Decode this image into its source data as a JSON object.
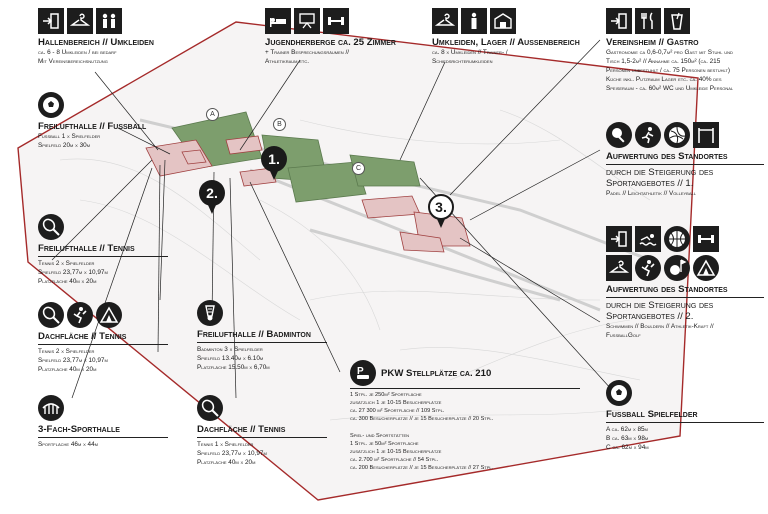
{
  "colors": {
    "outline": "#a52a2a",
    "ink": "#1d1d1d",
    "field": "#7d9e6d",
    "building": "#c98c8c"
  },
  "markers": {
    "m1": "1.",
    "m2": "2.",
    "m3": "3.",
    "a": "A",
    "b": "B",
    "c": "C"
  },
  "hallenbereich": {
    "title": "Hallenbereich // Umkleiden",
    "lines": [
      "ca. 6 - 8 Umkleiden / bei bedarf",
      "Mit Vereinsbereichsnutzung"
    ],
    "icons": [
      "door-exit-icon",
      "hanger-icon",
      "people-icon"
    ]
  },
  "jugendherberge": {
    "title": "Jugendherberge ca. 25 Zimmer",
    "lines": [
      "+ Trainer Besprechungsräumen //",
      "Athletikraum etc."
    ],
    "icons": [
      "bed-icon",
      "presentation-icon",
      "dumbbell-icon"
    ]
  },
  "umkleiden": {
    "title": "Umkleiden, Lager // Aussenbereich",
    "lines": [
      "ca. 8 x Umkleiden // Trainer- /",
      "Schiedsrichterumkleiden"
    ],
    "icons": [
      "hanger-icon",
      "person-icon",
      "warehouse-icon"
    ]
  },
  "vereinsheim": {
    "title": "Vereinsheim // Gastro",
    "lines": [
      "Gastronomie ca 0,6-0,7m² pro Gast mit Stuhl und",
      "Tisch 1,5-2m² // Annahme ca. 150m² (ca. 215",
      "Personen unbestuhlt / ca. 75 Personen bestuhlt)",
      "Küche inkl. Putzraum Lager etc. ca. 40% des",
      "Speiseraum - ca. 60m² WC und Umkleide Personal"
    ],
    "icons": [
      "door-exit-icon",
      "cutlery-icon",
      "beverage-icon"
    ]
  },
  "freilufthalle_fussball": {
    "title": "Freilufthalle // Fussball",
    "lines": [
      "Fussball 1 x Spielfelder",
      "Spielfeld 20m x 30m"
    ],
    "icons": [
      "soccer-ball-icon"
    ]
  },
  "aufwertung1": {
    "title": "Aufwertung des Standortes",
    "subtitle": "durch die Steigerung des",
    "subtitle2": "Sportangebotes // 1.",
    "lines": [
      "Padel // Leichtathletik // Volleyball"
    ],
    "icons": [
      "padel-icon",
      "runner-icon",
      "volleyball-icon",
      "pullup-bar-icon"
    ]
  },
  "freilufthalle_tennis": {
    "title": "Freilufthalle // Tennis",
    "lines": [
      "Tennis 2 x Spielfelder",
      "Spielfeld 23,77m x 10,97m",
      "Platzfläche 40m x 20m"
    ],
    "icons": [
      "tennis-racket-icon"
    ]
  },
  "dachflaeche_tennis_left": {
    "title": "Dachfläche // Tennis",
    "lines": [
      "Tennis 2 x Spielfelder",
      "Spielfeld 23,77m x 10,97m",
      "Platzfläche 40m x 20m"
    ],
    "icons": [
      "tennis-racket-icon",
      "climber-icon",
      "tent-icon"
    ]
  },
  "dreifach": {
    "title": "3-Fach-Sporthalle",
    "lines": [
      "Sportfläche 46m x 44m"
    ],
    "icons": [
      "hall-icon"
    ]
  },
  "badminton": {
    "title": "Freilufthalle // Badminton",
    "lines": [
      "Badminton 3 x Spielfelder",
      "Spielfeld 13.40m x 6.10m",
      "Platzfläche 15.50m x 6,70m"
    ],
    "icons": [
      "shuttlecock-icon"
    ]
  },
  "dachflaeche_tennis_mid": {
    "title": "Dachfläche // Tennis",
    "lines": [
      "Tennis 1 x Spielfelder",
      "Spielfeld 23,77m x 10,97m",
      "Platzfläche 40m x 20m"
    ],
    "icons": [
      "tennis-racket-icon"
    ]
  },
  "pkw": {
    "title": "PKW Stellplätze ca. 210",
    "lines": [
      "1 Stpl. je 250m² Sportfläche",
      "zusätzlich 1 je 10-15 Besucherplätze",
      "ca. 27 300 m² Sportfläche // 109 Stpl.",
      "ca. 300 Besucherplätze // je 15 Besucherplätze // 20 Stpl."
    ],
    "lines2": [
      "Spiel- und Sportstätten",
      "1 Stpl. je 50m² Sportfläche",
      "zusätzlich 1 je 10-15 Besucherplätze",
      "ca. 2.700 m² Sportfläche // 54 Stpl.",
      "ca. 200 Besucherplätze // je 15 Besucherplätze // 27 Stpl."
    ],
    "icons": [
      "parking-icon"
    ]
  },
  "aufwertung2": {
    "title": "Aufwertung des Standortes",
    "subtitle": "durch die Steigerung des",
    "subtitle2": "Sportangebotes // 2.",
    "lines": [
      "Schwimmen // Bouldern // Athletik-Kraft //",
      "FussballGolf"
    ],
    "icons": [
      "door-exit-icon",
      "swimmer-icon",
      "basketball-icon",
      "dumbbell-icon",
      "hanger-icon",
      "climber-icon",
      "soccer-golf-icon",
      "tent-icon"
    ]
  },
  "fussball_spielfelder": {
    "title": "Fussball Spielfelder",
    "lines": [
      "A ca. 62m x 85m",
      "B ca. 63m x 98m",
      "C ca. 62m x 94m"
    ],
    "icons": [
      "soccer-ball-icon"
    ]
  }
}
